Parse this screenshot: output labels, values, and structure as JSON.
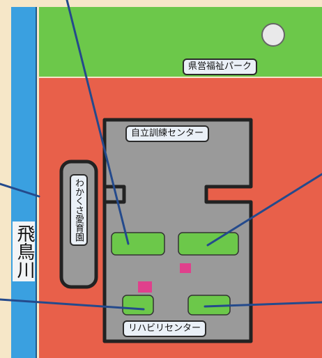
{
  "labels": {
    "park": "県営福祉パーク",
    "training_center": "自立訓練センター",
    "wakakusa": "わかくさ愛育園",
    "rehab_center": "リハビリセンター",
    "river": "飛鳥川"
  },
  "colors": {
    "river": "#3aa0e0",
    "grass": "#6cc84a",
    "ground": "#e8604a",
    "building": "#9a9a9a",
    "pointer_line": "#244a8c",
    "marker_pink": "#e0408c"
  }
}
